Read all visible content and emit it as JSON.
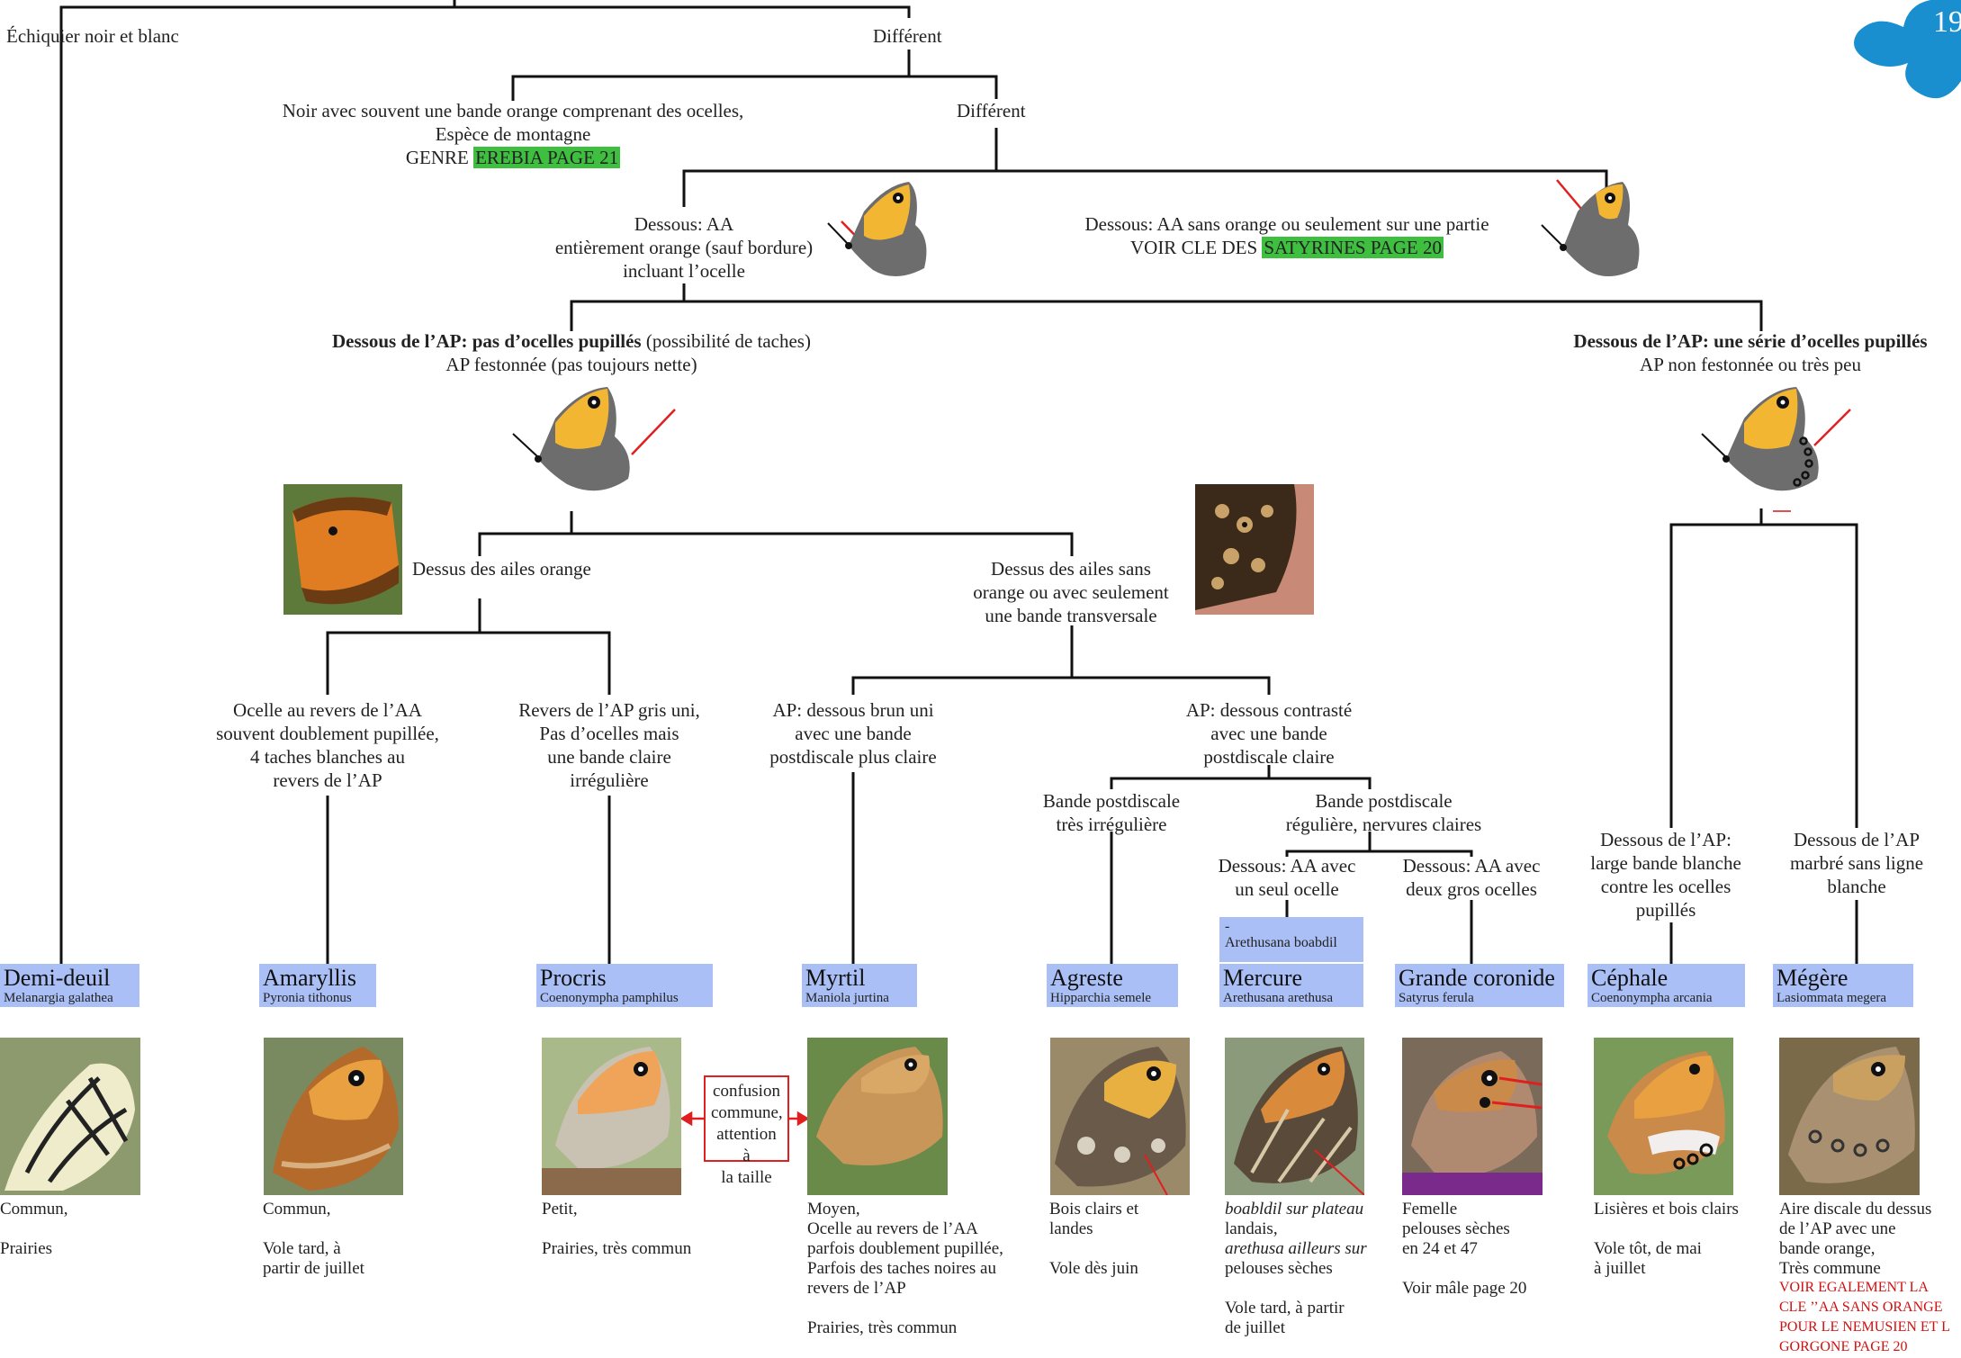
{
  "page_number": "19",
  "nodes": {
    "echiquier": "Échiquier noir et blanc",
    "different1": "Différent",
    "noir_lines": [
      "Noir avec souvent une bande orange comprenant des ocelles,",
      "Espèce de montagne"
    ],
    "genre_prefix": "GENRE ",
    "genre_link": "EREBIA PAGE 21",
    "different2": "Différent",
    "aa_orange": [
      "Dessous: AA",
      "entièrement orange (sauf bordure)",
      "incluant l’ocelle"
    ],
    "aa_sans_orange": "Dessous: AA sans orange ou seulement sur une partie",
    "voir_prefix": "VOIR CLE DES ",
    "voir_link": "SATYRINES PAGE 20",
    "ap_pas_bold": "Dessous de l’AP: pas d’ocelles pupillés",
    "ap_pas_rest": " (possibilité de taches)",
    "ap_festonnee": "AP festonnée (pas toujours nette)",
    "ap_serie_bold": "Dessous de l’AP: une série d’ocelles pupillés",
    "ap_non_fest": "AP non festonnée ou très peu",
    "dessus_orange": "Dessus des ailes orange",
    "dessus_sans": [
      "Dessus des ailes sans",
      "orange ou avec seulement",
      "une bande transversale"
    ],
    "ocelle_revers": [
      "Ocelle au revers de l’AA",
      "souvent doublement pupillée,",
      "4 taches blanches au",
      "revers de l’AP"
    ],
    "revers_gris": [
      "Revers de l’AP gris uni,",
      "Pas d’ocelles mais",
      "une bande claire",
      "irrégulière"
    ],
    "ap_brun": [
      "AP: dessous brun uni",
      "avec une bande",
      "postdiscale plus claire"
    ],
    "ap_contraste": [
      "AP: dessous contrasté",
      "avec une bande",
      "postdiscale claire"
    ],
    "bande_irreg": [
      "Bande postdiscale",
      "très irrégulière"
    ],
    "bande_reg": [
      "Bande postdiscale",
      "régulière, nervures claires"
    ],
    "aa_un": [
      "Dessous: AA avec",
      "un seul ocelle"
    ],
    "aa_deux": [
      "Dessous: AA avec",
      "deux gros ocelles"
    ],
    "large_bande": [
      "Dessous de l’AP:",
      "large bande blanche",
      "contre les ocelles",
      "pupillés"
    ],
    "marbre": [
      "Dessous de l’AP",
      "marbré sans ligne",
      "blanche"
    ],
    "arethusa_boabdil_dash": "-",
    "arethusa_boabdil": "Arethusana boabdil",
    "confusion": [
      "confusion",
      "commune,",
      "attention à",
      "la taille"
    ]
  },
  "species": [
    {
      "name": "Demi-deuil",
      "latin": "Melanargia galathea",
      "desc": [
        "Commun,",
        "",
        "Prairies"
      ]
    },
    {
      "name": "Amaryllis",
      "latin": "Pyronia tithonus",
      "desc": [
        "Commun,",
        "",
        "Vole tard, à",
        "partir de juillet"
      ]
    },
    {
      "name": "Procris",
      "latin": "Coenonympha pamphilus",
      "desc": [
        "Petit,",
        "",
        "Prairies, très commun"
      ]
    },
    {
      "name": "Myrtil",
      "latin": "Maniola jurtina",
      "desc": [
        "Moyen,",
        "Ocelle au revers de l’AA",
        "parfois doublement pupillée,",
        "Parfois des taches noires au",
        "revers de l’AP",
        "",
        "Prairies, très commun"
      ]
    },
    {
      "name": "Agreste",
      "latin": "Hipparchia semele",
      "desc": [
        "Bois clairs et",
        "landes",
        "",
        "Vole dès juin"
      ]
    },
    {
      "name": "Mercure",
      "latin": "Arethusana arethusa",
      "desc": [
        "boabldil sur plateau",
        "landais,",
        "arethusa ailleurs sur",
        "pelouses sèches",
        "",
        "Vole tard, à partir",
        "de juillet"
      ]
    },
    {
      "name": "Grande coronide",
      "latin": "Satyrus ferula",
      "desc": [
        "Femelle",
        "pelouses sèches",
        "en 24 et 47",
        "",
        "Voir mâle page 20"
      ]
    },
    {
      "name": "Céphale",
      "latin": "Coenonympha arcania",
      "desc": [
        "Lisières et bois clairs",
        "",
        "Vole tôt, de mai",
        "à juillet"
      ]
    },
    {
      "name": "Mégère",
      "latin": "Lasiommata megera",
      "desc": [
        "Aire discale du dessus",
        "de l’AP avec une",
        "bande orange,",
        "Très commune"
      ],
      "red": [
        "VOIR EGALEMENT LA",
        "CLE ’’AA SANS ORANGE",
        "POUR LE NEMUSIEN ET L",
        "GORGONE PAGE 20"
      ]
    }
  ],
  "colors": {
    "species_box": "#a9bff5",
    "highlight": "#3fbf3f",
    "arrow": "#e02020",
    "logo": "#1a8fd0",
    "wing_orange": "#f2b632",
    "wing_gray": "#6d6d6d"
  }
}
